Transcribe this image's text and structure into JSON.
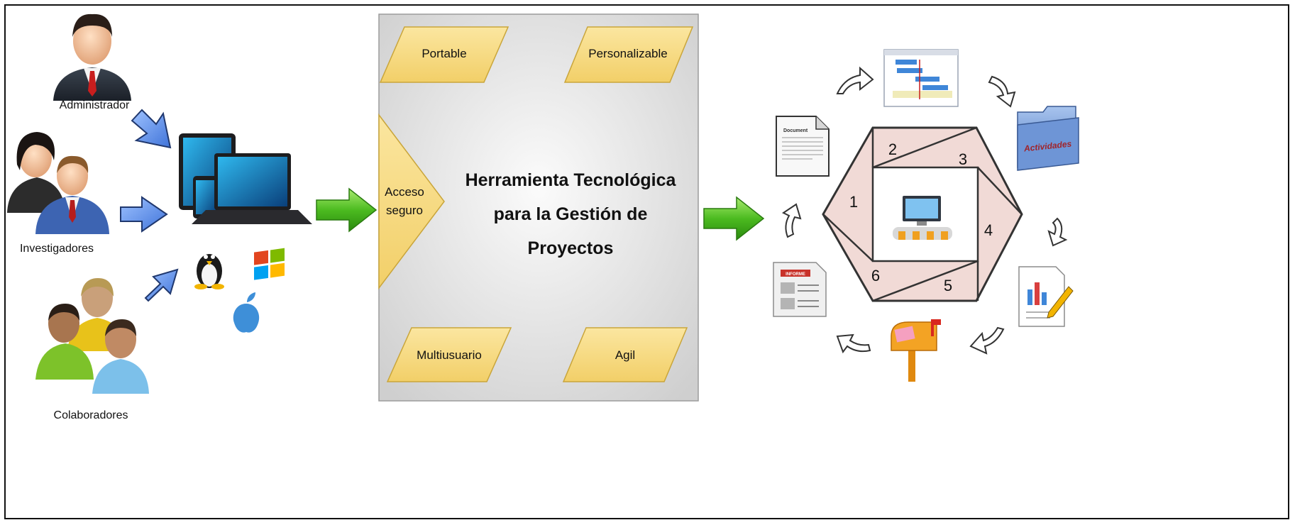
{
  "users": [
    {
      "label": "Administrador"
    },
    {
      "label": "Investigadores"
    },
    {
      "label": "Colaboradores"
    }
  ],
  "features": {
    "top_left": "Portable",
    "top_right": "Personalizable",
    "bottom_left": "Multiusuario",
    "bottom_right": "Agil"
  },
  "access": {
    "line1": "Acceso",
    "line2": "seguro"
  },
  "center_title": {
    "line1": "Herramienta Tecnológica",
    "line2": "para la Gestión de",
    "line3": "Proyectos"
  },
  "folder_label": "Actividades",
  "document_label": "Document",
  "report_label": "INFORME",
  "cycle_numbers": [
    "1",
    "2",
    "3",
    "4",
    "5",
    "6"
  ],
  "colors": {
    "arrow_blue": "#5b8fe6",
    "arrow_green": "#3fae1e",
    "feature_fill": "#f6dc82",
    "panel_fill": "#e4e4e4",
    "hex_fill": "#f1dad6"
  }
}
